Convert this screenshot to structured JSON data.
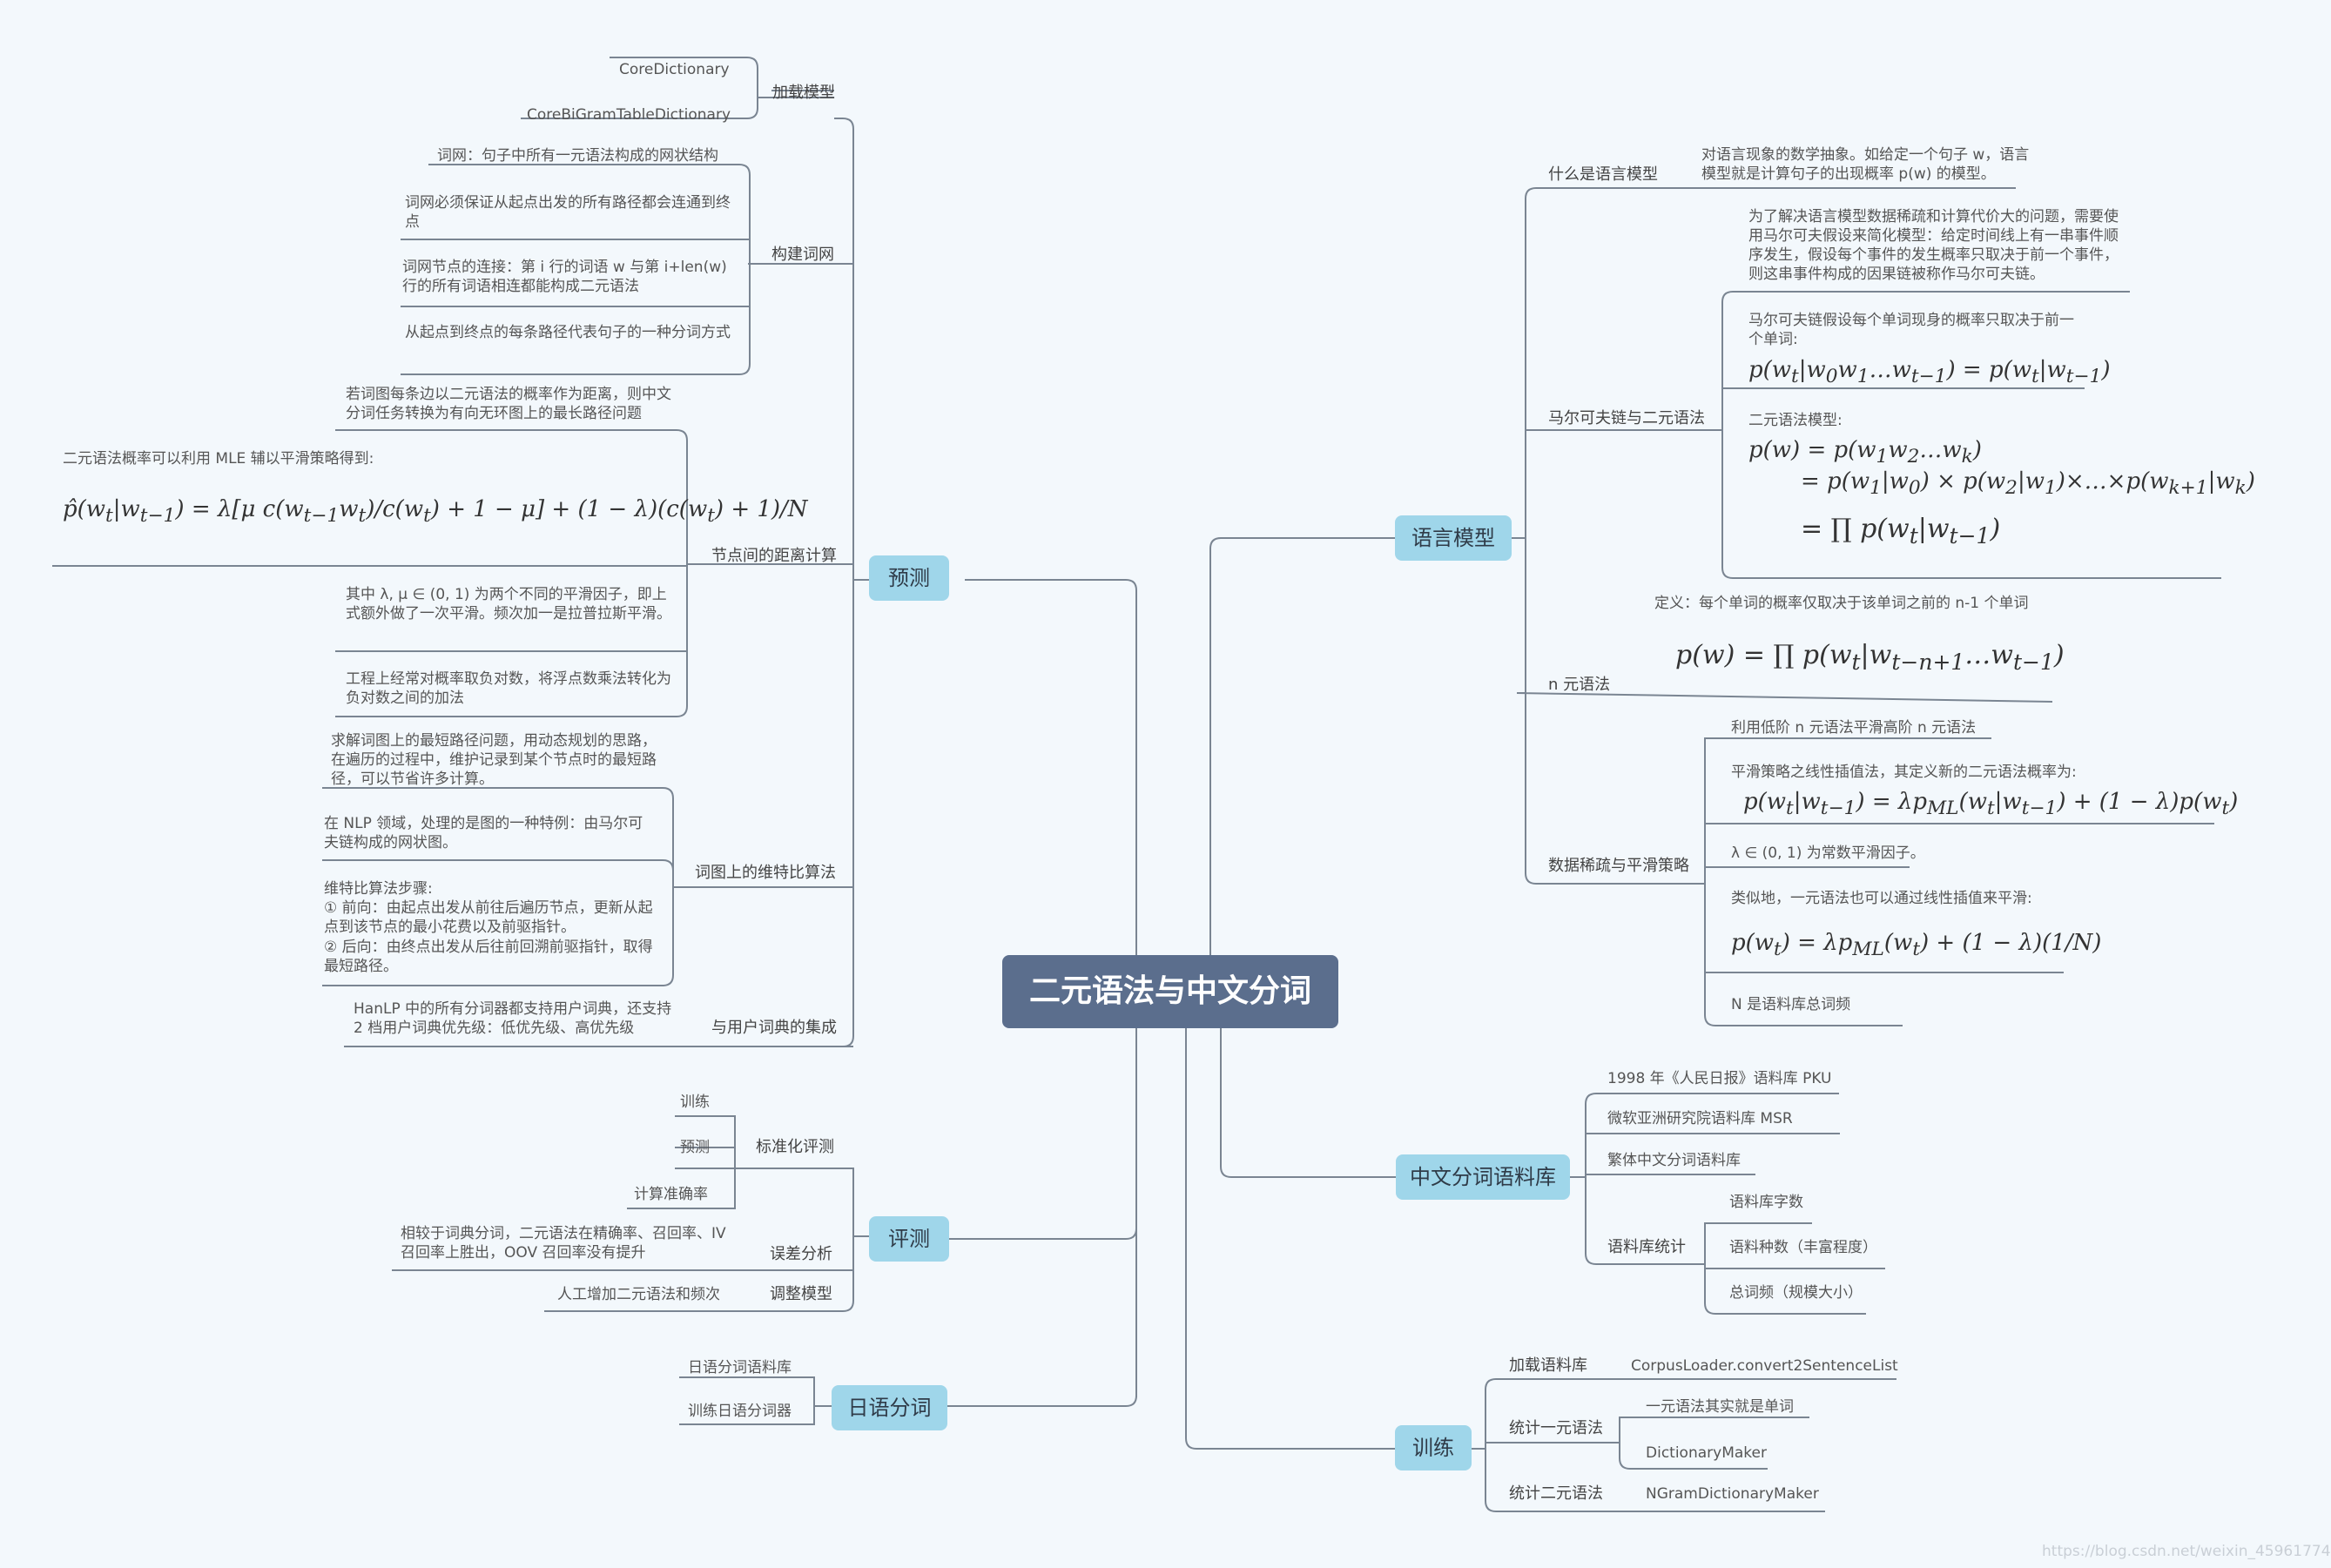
{
  "root": {
    "label": "二元语法与中文分词"
  },
  "topics": {
    "predict": {
      "label": "预测",
      "load_model": {
        "label": "加载模型",
        "items": [
          "CoreDictionary",
          "CoreBiGramTableDictionary"
        ]
      },
      "word_net": {
        "label": "构建词网",
        "items": [
          "词网：句子中所有一元语法构成的网状结构",
          "词网必须保证从起点出发的所有路径都会连通到终点",
          "词网节点的连接：第 i 行的词语 w 与第 i+len(w) 行的所有词语相连都能构成二元语法",
          "从起点到终点的每条路径代表句子的一种分词方式"
        ]
      },
      "distance": {
        "label": "节点间的距离计算",
        "items": [
          "若词图每条边以二元语法的概率作为距离，则中文分词任务转换为有向无环图上的最长路径问题",
          "二元语法概率可以利用 MLE 辅以平滑策略得到:",
          "其中 λ, μ ∈ (0, 1) 为两个不同的平滑因子，即上式额外做了一次平滑。频次加一是拉普拉斯平滑。",
          "工程上经常对概率取负对数，将浮点数乘法转化为负对数之间的加法"
        ]
      },
      "viterbi": {
        "label": "词图上的维特比算法",
        "items": [
          "求解词图上的最短路径问题，用动态规划的思路，在遍历的过程中，维护记录到某个节点时的最短路径，可以节省许多计算。",
          "在 NLP 领域，处理的是图的一种特例：由马尔可夫链构成的网状图。",
          "维特比算法步骤:",
          "① 前向：由起点出发从前往后遍历节点，更新从起点到该节点的最小花费以及前驱指针。",
          "② 后向：由终点出发从后往前回溯前驱指针，取得最短路径。"
        ]
      },
      "user_dict": {
        "label": "与用户词典的集成",
        "items": [
          "HanLP 中的所有分词器都支持用户词典，还支持 2 档用户词典优先级：低优先级、高优先级"
        ]
      }
    },
    "evaluate": {
      "label": "评测",
      "standard": {
        "label": "标准化评测",
        "items": [
          "训练",
          "预测",
          "计算准确率"
        ]
      },
      "error": {
        "label": "误差分析",
        "items": [
          "相较于词典分词，二元语法在精确率、召回率、IV 召回率上胜出，OOV 召回率没有提升"
        ]
      },
      "adjust": {
        "label": "调整模型",
        "items": [
          "人工增加二元语法和频次"
        ]
      }
    },
    "japanese": {
      "label": "日语分词",
      "items": [
        "日语分词语料库",
        "训练日语分词器"
      ]
    },
    "lm": {
      "label": "语言模型",
      "what": {
        "label": "什么是语言模型",
        "items": [
          "对语言现象的数学抽象。如给定一个句子 w，语言模型就是计算句子的出现概率 p(w) 的模型。"
        ]
      },
      "markov": {
        "label": "马尔可夫链与二元语法",
        "items": [
          "为了解决语言模型数据稀疏和计算代价大的问题，需要使用马尔可夫假设来简化模型：给定时间线上有一串事件顺序发生，假设每个事件的发生概率只取决于前一个事件，则这串事件构成的因果链被称作马尔可夫链。",
          "马尔可夫链假设每个单词现身的概率只取决于前一个单词:",
          "二元语法模型:"
        ]
      },
      "ngram": {
        "label": "n 元语法",
        "items": [
          "定义：每个单词的概率仅取决于该单词之前的 n-1 个单词"
        ]
      },
      "sparse": {
        "label": "数据稀疏与平滑策略",
        "items": [
          "利用低阶 n 元语法平滑高阶 n 元语法",
          "平滑策略之线性插值法，其定义新的二元语法概率为:",
          "λ ∈ (0, 1) 为常数平滑因子。",
          "类似地，一元语法也可以通过线性插值来平滑:",
          "N 是语料库总词频"
        ]
      }
    },
    "corpus": {
      "label": "中文分词语料库",
      "items": [
        "1998 年《人民日报》语料库 PKU",
        "微软亚洲研究院语料库 MSR",
        "繁体中文分词语料库"
      ],
      "stats": {
        "label": "语料库统计",
        "items": [
          "语料库字数",
          "语料种数（丰富程度）",
          "总词频（规模大小）"
        ]
      }
    },
    "train": {
      "label": "训练",
      "load": {
        "label": "加载语料库",
        "items": [
          "CorpusLoader.convert2SentenceList"
        ]
      },
      "uni": {
        "label": "统计一元语法",
        "items": [
          "一元语法其实就是单词",
          "DictionaryMaker"
        ]
      },
      "bi": {
        "label": "统计二元语法",
        "items": [
          "NGramDictionaryMaker"
        ]
      }
    }
  },
  "watermark": "https://blog.csdn.net/weixin_45961774",
  "colors": {
    "line": "#7a8592",
    "root": "#5b6e8d",
    "topic": "#9fd6ea",
    "background": "#f3f8fc"
  }
}
